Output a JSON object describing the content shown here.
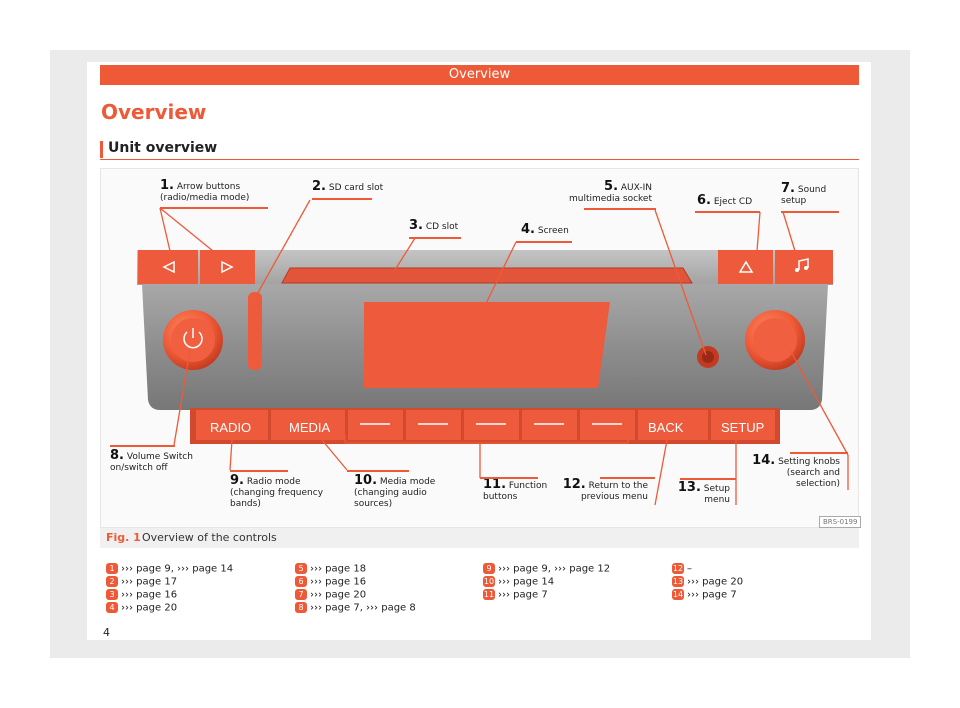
{
  "header": {
    "section": "Overview",
    "title": "Overview",
    "subtitle": "Unit overview"
  },
  "figure": {
    "code": "BRS-0199",
    "caption_label": "Fig. 1",
    "caption_text": "Overview of the controls",
    "buttons": {
      "radio": "RADIO",
      "media": "MEDIA",
      "back": "BACK",
      "setup": "SETUP"
    },
    "callouts": {
      "c1": {
        "num": "1.",
        "text": "Arrow buttons (radio/media mode)"
      },
      "c2": {
        "num": "2.",
        "text": "SD card slot"
      },
      "c3": {
        "num": "3.",
        "text": "CD slot"
      },
      "c4": {
        "num": "4.",
        "text": "Screen"
      },
      "c5": {
        "num": "5.",
        "text": "AUX-IN multimedia socket"
      },
      "c6": {
        "num": "6.",
        "text": "Eject CD"
      },
      "c7": {
        "num": "7.",
        "text": "Sound setup"
      },
      "c8": {
        "num": "8.",
        "text": "Volume Switch on/switch off"
      },
      "c9": {
        "num": "9.",
        "text": "Radio mode (changing frequency bands)"
      },
      "c10": {
        "num": "10.",
        "text": "Media mode (changing audio sources)"
      },
      "c11": {
        "num": "11.",
        "text": "Function buttons"
      },
      "c12": {
        "num": "12.",
        "text": "Return to the previous menu"
      },
      "c13": {
        "num": "13.",
        "text": "Setup menu"
      },
      "c14": {
        "num": "14.",
        "text": "Setting knobs (search and selection)"
      }
    }
  },
  "references": {
    "r1": {
      "n": "1",
      "t": "››› page 9, ››› page 14"
    },
    "r2": {
      "n": "2",
      "t": "››› page 17"
    },
    "r3": {
      "n": "3",
      "t": "››› page 16"
    },
    "r4": {
      "n": "4",
      "t": "››› page 20"
    },
    "r5": {
      "n": "5",
      "t": "››› page 18"
    },
    "r6": {
      "n": "6",
      "t": "››› page 16"
    },
    "r7": {
      "n": "7",
      "t": "››› page 20"
    },
    "r8": {
      "n": "8",
      "t": "››› page 7, ››› page 8"
    },
    "r9": {
      "n": "9",
      "t": "››› page 9, ››› page 12"
    },
    "r10": {
      "n": "10",
      "t": "››› page 14"
    },
    "r11": {
      "n": "11",
      "t": "››› page 7"
    },
    "r12": {
      "n": "12",
      "t": "–"
    },
    "r13": {
      "n": "13",
      "t": "››› page 20"
    },
    "r14": {
      "n": "14",
      "t": "››› page 7"
    }
  },
  "page_number": "4",
  "colors": {
    "accent": "#ee5a38",
    "panel": "#8c8c8c",
    "button": "#ec5a3c"
  }
}
